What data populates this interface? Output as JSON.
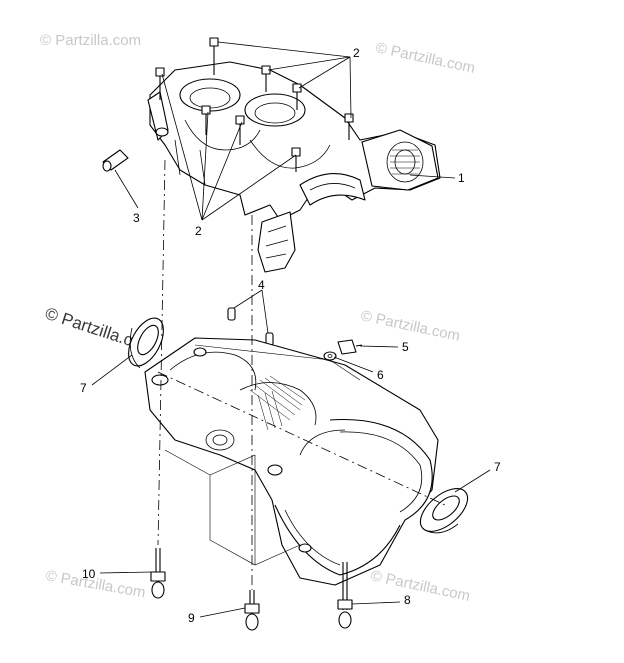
{
  "watermark": {
    "text": "© Partzilla.com"
  },
  "callouts": {
    "c1": "1",
    "c2_top": "2",
    "c2_bottom": "2",
    "c3": "3",
    "c4": "4",
    "c5": "5",
    "c6": "6",
    "c7_left": "7",
    "c7_right": "7",
    "c8": "8",
    "c9": "9",
    "c10": "10"
  }
}
